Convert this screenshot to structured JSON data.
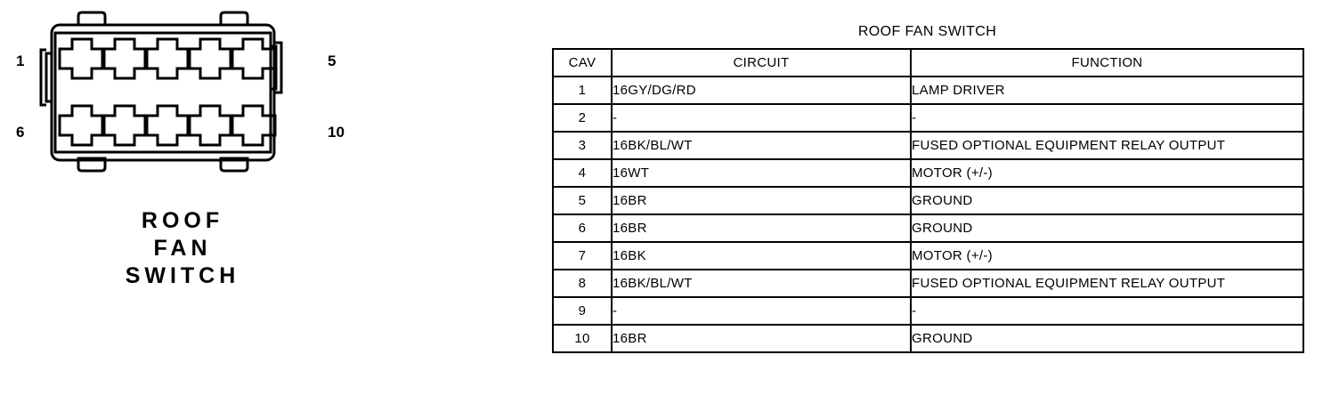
{
  "connector": {
    "caption_lines": [
      "ROOF",
      "FAN",
      "SWITCH"
    ],
    "pin_labels": {
      "top_left": "1",
      "bottom_left": "6",
      "top_right": "5",
      "bottom_right": "10"
    },
    "cavity_count": 10,
    "rows": 2,
    "columns": 5,
    "line_color": "#000000",
    "fill_color": "#ffffff"
  },
  "table": {
    "title": "ROOF FAN SWITCH",
    "headers": [
      "CAV",
      "CIRCUIT",
      "FUNCTION"
    ],
    "rows": [
      {
        "cav": "1",
        "circuit": "16GY/DG/RD",
        "function": "LAMP DRIVER"
      },
      {
        "cav": "2",
        "circuit": "-",
        "function": "-"
      },
      {
        "cav": "3",
        "circuit": "16BK/BL/WT",
        "function": "FUSED OPTIONAL EQUIPMENT RELAY OUTPUT"
      },
      {
        "cav": "4",
        "circuit": "16WT",
        "function": "MOTOR (+/-)"
      },
      {
        "cav": "5",
        "circuit": "16BR",
        "function": "GROUND"
      },
      {
        "cav": "6",
        "circuit": "16BR",
        "function": "GROUND"
      },
      {
        "cav": "7",
        "circuit": "16BK",
        "function": "MOTOR (+/-)"
      },
      {
        "cav": "8",
        "circuit": "16BK/BL/WT",
        "function": "FUSED OPTIONAL EQUIPMENT RELAY OUTPUT"
      },
      {
        "cav": "9",
        "circuit": "-",
        "function": "-"
      },
      {
        "cav": "10",
        "circuit": "16BR",
        "function": "GROUND"
      }
    ]
  }
}
